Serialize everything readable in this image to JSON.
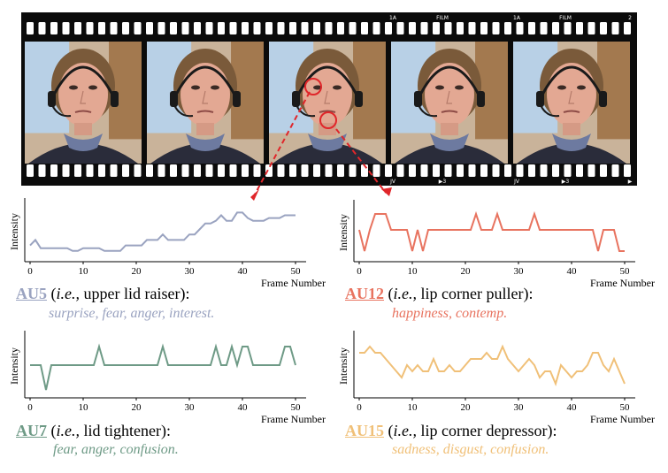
{
  "filmstrip": {
    "frame_count": 5,
    "edge_labels": [
      "1A",
      "FILM",
      "1A",
      "FILM",
      "2",
      "JV",
      "▶3",
      "JV",
      "▶3",
      "▶"
    ]
  },
  "au_panels": [
    {
      "au": "AU5",
      "desc": "upper lid raiser",
      "emotions": "surprise, fear, anger, interest.",
      "color": "#9aa3c0"
    },
    {
      "au": "AU12",
      "desc": "lip corner puller",
      "emotions": "happiness, contemp.",
      "color": "#e8735f"
    },
    {
      "au": "AU7",
      "desc": "lid tightener",
      "emotions": "fear, anger, confusion.",
      "color": "#6e9a86"
    },
    {
      "au": "AU15",
      "desc": "lip corner depressor",
      "emotions": "sadness, disgust, confusion.",
      "color": "#f0c078"
    }
  ],
  "title_parts": {
    "ie": "i.e.,",
    "open": " (",
    "close": "):"
  },
  "chart_data": [
    {
      "type": "line",
      "title": "AU5",
      "xlabel": "Frame Number",
      "ylabel": "Intensity",
      "xticks": [
        0,
        10,
        20,
        30,
        40,
        50
      ],
      "xlim": [
        -1,
        52
      ],
      "ylim": [
        0,
        10
      ],
      "series": [
        {
          "color": "#9aa3c0",
          "x": [
            0,
            1,
            2,
            3,
            4,
            5,
            6,
            7,
            8,
            9,
            10,
            11,
            12,
            13,
            14,
            15,
            16,
            17,
            18,
            19,
            20,
            21,
            22,
            23,
            24,
            25,
            26,
            27,
            28,
            29,
            30,
            31,
            32,
            33,
            34,
            35,
            36,
            37,
            38,
            39,
            40,
            41,
            42,
            43,
            44,
            45,
            46,
            47,
            48,
            49,
            50
          ],
          "y": [
            2,
            3,
            1.5,
            1.5,
            1.5,
            1.5,
            1.5,
            1.5,
            1,
            1,
            1.5,
            1.5,
            1.5,
            1.5,
            1,
            1,
            1,
            1,
            2,
            2,
            2,
            2,
            3,
            3,
            3,
            4,
            3,
            3,
            3,
            3,
            4,
            4,
            5,
            6,
            6,
            6.5,
            7.5,
            6.5,
            6.5,
            8,
            8,
            7,
            6.5,
            6.5,
            6.5,
            7,
            7,
            7,
            7.5,
            7.5,
            7.5
          ]
        }
      ]
    },
    {
      "type": "line",
      "title": "AU12",
      "xlabel": "Frame Number",
      "ylabel": "Intensity",
      "xticks": [
        0,
        10,
        20,
        30,
        40,
        50
      ],
      "xlim": [
        -1,
        52
      ],
      "ylim": [
        0,
        10
      ],
      "series": [
        {
          "color": "#e8735f",
          "x": [
            0,
            1,
            2,
            3,
            4,
            5,
            6,
            7,
            8,
            9,
            10,
            11,
            12,
            13,
            14,
            15,
            16,
            17,
            18,
            19,
            20,
            21,
            22,
            23,
            24,
            25,
            26,
            27,
            28,
            29,
            30,
            31,
            32,
            33,
            34,
            35,
            36,
            37,
            38,
            39,
            40,
            41,
            42,
            43,
            44,
            45,
            46,
            47,
            48,
            49,
            50
          ],
          "y": [
            5,
            1,
            5,
            8,
            8,
            8,
            5,
            5,
            5,
            5,
            1,
            5,
            1,
            5,
            5,
            5,
            5,
            5,
            5,
            5,
            5,
            5,
            8,
            5,
            5,
            5,
            8,
            5,
            5,
            5,
            5,
            5,
            5,
            8,
            5,
            5,
            5,
            5,
            5,
            5,
            5,
            5,
            5,
            5,
            5,
            1,
            5,
            5,
            5,
            1,
            1
          ]
        }
      ]
    },
    {
      "type": "line",
      "title": "AU7",
      "xlabel": "Frame Number",
      "ylabel": "Intensity",
      "xticks": [
        0,
        10,
        20,
        30,
        40,
        50
      ],
      "xlim": [
        -1,
        52
      ],
      "ylim": [
        0,
        10
      ],
      "series": [
        {
          "color": "#6e9a86",
          "x": [
            0,
            1,
            2,
            3,
            4,
            5,
            6,
            7,
            8,
            9,
            10,
            11,
            12,
            13,
            14,
            15,
            16,
            17,
            18,
            19,
            20,
            21,
            22,
            23,
            24,
            25,
            26,
            27,
            28,
            29,
            30,
            31,
            32,
            33,
            34,
            35,
            36,
            37,
            38,
            39,
            40,
            41,
            42,
            43,
            44,
            45,
            46,
            47,
            48,
            49,
            50
          ],
          "y": [
            5,
            5,
            5,
            1,
            5,
            5,
            5,
            5,
            5,
            5,
            5,
            5,
            5,
            8,
            5,
            5,
            5,
            5,
            5,
            5,
            5,
            5,
            5,
            5,
            5,
            8,
            5,
            5,
            5,
            5,
            5,
            5,
            5,
            5,
            5,
            8,
            5,
            5,
            8,
            5,
            8,
            8,
            5,
            5,
            5,
            5,
            5,
            5,
            8,
            8,
            5
          ]
        }
      ]
    },
    {
      "type": "line",
      "title": "AU15",
      "xlabel": "Frame Number",
      "ylabel": "Intensity",
      "xticks": [
        0,
        10,
        20,
        30,
        40,
        50
      ],
      "xlim": [
        -1,
        52
      ],
      "ylim": [
        0,
        10
      ],
      "series": [
        {
          "color": "#f0c078",
          "x": [
            0,
            1,
            2,
            3,
            4,
            5,
            6,
            7,
            8,
            9,
            10,
            11,
            12,
            13,
            14,
            15,
            16,
            17,
            18,
            19,
            20,
            21,
            22,
            23,
            24,
            25,
            26,
            27,
            28,
            29,
            30,
            31,
            32,
            33,
            34,
            35,
            36,
            37,
            38,
            39,
            40,
            41,
            42,
            43,
            44,
            45,
            46,
            47,
            48,
            49,
            50
          ],
          "y": [
            7,
            7,
            8,
            7,
            7,
            6,
            5,
            4,
            3,
            5,
            4,
            5,
            4,
            4,
            6,
            4,
            4,
            5,
            4,
            4,
            5,
            6,
            6,
            6,
            7,
            6,
            6,
            8,
            6,
            5,
            4,
            5,
            6,
            5,
            3,
            4,
            4,
            2,
            5,
            4,
            3,
            4,
            4,
            5,
            7,
            7,
            5,
            4,
            6,
            4,
            2
          ]
        }
      ]
    }
  ]
}
